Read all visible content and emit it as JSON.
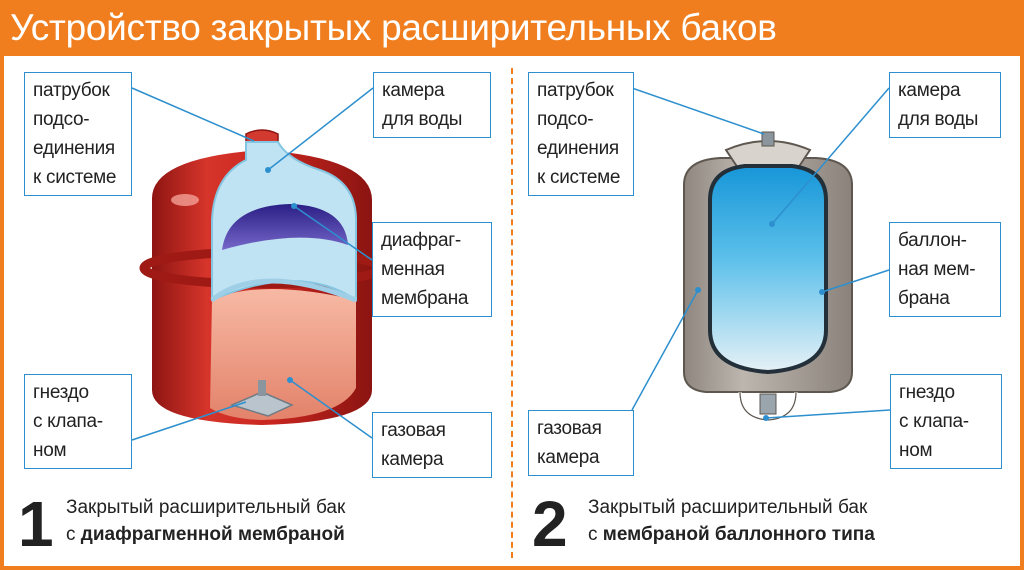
{
  "title": "Устройство закрытых расширительных баков",
  "colors": {
    "accent": "#f07e1e",
    "leader": "#2d8fce",
    "tank_red": "#c8251f",
    "tank_grey": "#a9a29a",
    "water": "#2aa7e2"
  },
  "tank1": {
    "labels": {
      "nozzle": [
        "патрубок",
        "подсо-",
        "единения",
        "к системе"
      ],
      "water_chamber": [
        "камера",
        "для воды"
      ],
      "membrane": [
        "диафраг-",
        "менная",
        "мембрана"
      ],
      "valve": [
        "гнездо",
        "с клапа-",
        "ном"
      ],
      "gas_chamber": [
        "газовая",
        "камера"
      ]
    },
    "caption": {
      "number": "1",
      "line1": "Закрытый расширительный бак",
      "line2_prefix": "с",
      "line2_bold": "диафрагменной мембраной"
    }
  },
  "tank2": {
    "labels": {
      "nozzle": [
        "патрубок",
        "подсо-",
        "единения",
        "к системе"
      ],
      "water_chamber": [
        "камера",
        "для воды"
      ],
      "membrane": [
        "баллон-",
        "ная мем-",
        "брана"
      ],
      "valve": [
        "гнездо",
        "с клапа-",
        "ном"
      ],
      "gas_chamber": [
        "газовая",
        "камера"
      ]
    },
    "caption": {
      "number": "2",
      "line1": "Закрытый расширительный бак",
      "line2_prefix": "с",
      "line2_bold": "мембраной баллонного типа"
    }
  }
}
